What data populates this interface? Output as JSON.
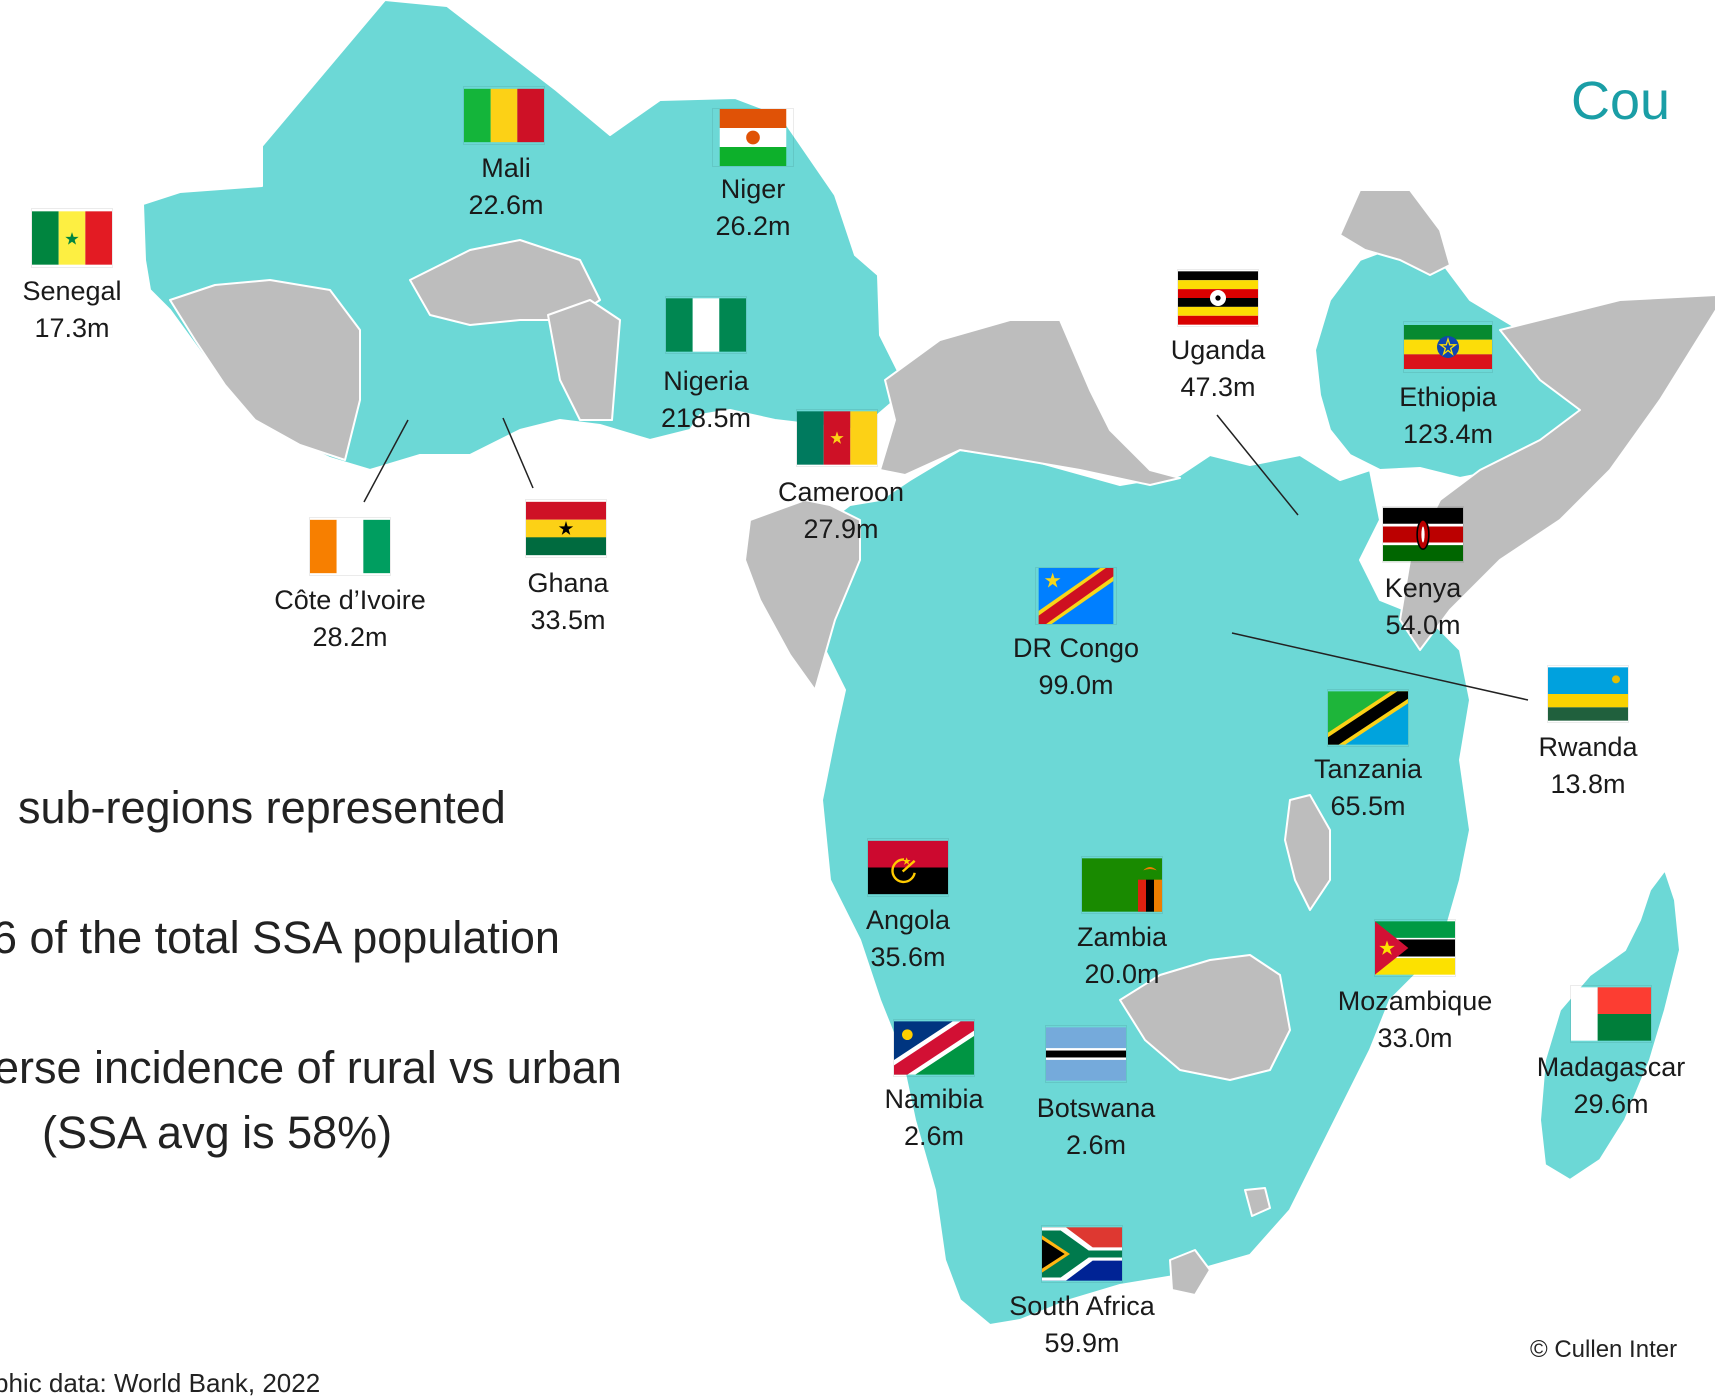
{
  "title": "Cou",
  "bullets": [
    "sub-regions represented",
    "6 of the total SSA  population",
    "erse incidence of rural vs urban",
    "(SSA avg is 58%)"
  ],
  "credit": "© Cullen Inter",
  "source": "phic data: World Bank, 2022",
  "colors": {
    "highlight": "#6cd8d6",
    "other": "#bdbdbd",
    "border": "#ffffff",
    "title": "#1a9ea6"
  },
  "countries": [
    {
      "id": "senegal",
      "name": "Senegal",
      "population": "17.3m",
      "flag": "senegal-flag"
    },
    {
      "id": "mali",
      "name": "Mali",
      "population": "22.6m",
      "flag": "mali-flag"
    },
    {
      "id": "niger",
      "name": "Niger",
      "population": "26.2m",
      "flag": "niger-flag"
    },
    {
      "id": "nigeria",
      "name": "Nigeria",
      "population": "218.5m",
      "flag": "nigeria-flag"
    },
    {
      "id": "cameroon",
      "name": "Cameroon",
      "population": "27.9m",
      "flag": "cameroon-flag"
    },
    {
      "id": "cote-divoire",
      "name": "Côte d’Ivoire",
      "population": "28.2m",
      "flag": "cote-divoire-flag"
    },
    {
      "id": "ghana",
      "name": "Ghana",
      "population": "33.5m",
      "flag": "ghana-flag"
    },
    {
      "id": "uganda",
      "name": "Uganda",
      "population": "47.3m",
      "flag": "uganda-flag"
    },
    {
      "id": "ethiopia",
      "name": "Ethiopia",
      "population": "123.4m",
      "flag": "ethiopia-flag"
    },
    {
      "id": "kenya",
      "name": "Kenya",
      "population": "54.0m",
      "flag": "kenya-flag"
    },
    {
      "id": "dr-congo",
      "name": "DR Congo",
      "population": "99.0m",
      "flag": "dr-congo-flag"
    },
    {
      "id": "rwanda",
      "name": "Rwanda",
      "population": "13.8m",
      "flag": "rwanda-flag"
    },
    {
      "id": "tanzania",
      "name": "Tanzania",
      "population": "65.5m",
      "flag": "tanzania-flag"
    },
    {
      "id": "angola",
      "name": "Angola",
      "population": "35.6m",
      "flag": "angola-flag"
    },
    {
      "id": "zambia",
      "name": "Zambia",
      "population": "20.0m",
      "flag": "zambia-flag"
    },
    {
      "id": "mozambique",
      "name": "Mozambique",
      "population": "33.0m",
      "flag": "mozambique-flag"
    },
    {
      "id": "madagascar",
      "name": "Madagascar",
      "population": "29.6m",
      "flag": "madagascar-flag"
    },
    {
      "id": "namibia",
      "name": "Namibia",
      "population": "2.6m",
      "flag": "namibia-flag"
    },
    {
      "id": "botswana",
      "name": "Botswana",
      "population": "2.6m",
      "flag": "botswana-flag"
    },
    {
      "id": "south-africa",
      "name": "South Africa",
      "population": "59.9m",
      "flag": "south-africa-flag"
    }
  ]
}
